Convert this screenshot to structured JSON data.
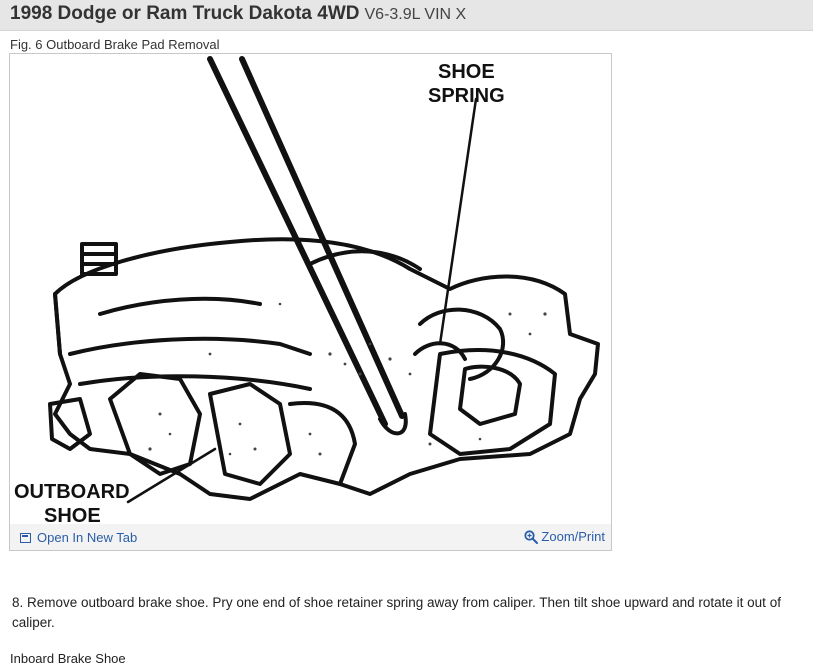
{
  "header": {
    "title": "1998 Dodge or Ram Truck Dakota 4WD",
    "subtitle": "V6-3.9L VIN X"
  },
  "figure": {
    "caption": "Fig. 6 Outboard Brake Pad Removal",
    "label_shoe_spring_1": "SHOE",
    "label_shoe_spring_2": "SPRING",
    "label_outboard_1": "OUTBOARD",
    "label_outboard_2": "SHOE",
    "open_tab_label": "Open In New Tab",
    "zoom_label": "Zoom/Print",
    "icons": {
      "open_tab": "open-in-new-tab-icon",
      "zoom": "magnifier-icon"
    }
  },
  "content": {
    "step_8": " 8. Remove outboard brake shoe. Pry one end of shoe retainer spring away from caliper. Then tilt shoe upward and rotate it out of caliper.",
    "next_heading": "Inboard Brake Shoe"
  }
}
